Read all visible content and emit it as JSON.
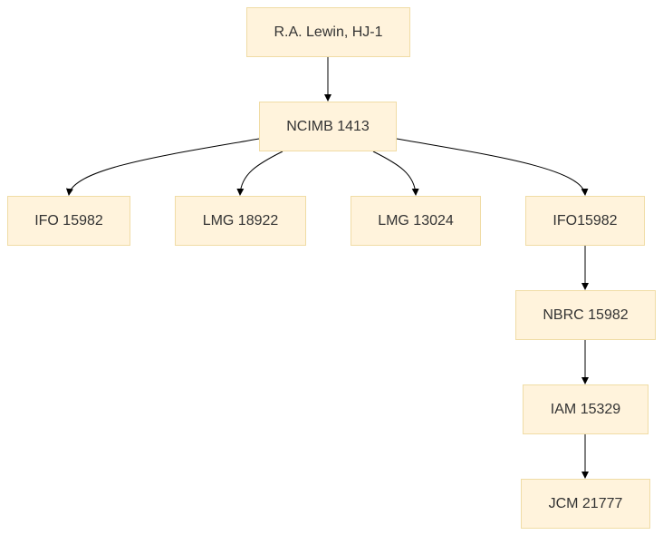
{
  "diagram": {
    "nodes": [
      {
        "id": "root",
        "label": "R.A. Lewin, HJ-1"
      },
      {
        "id": "ncimb",
        "label": "NCIMB 1413"
      },
      {
        "id": "ifo1",
        "label": "IFO 15982"
      },
      {
        "id": "lmg1",
        "label": "LMG 18922"
      },
      {
        "id": "lmg2",
        "label": "LMG 13024"
      },
      {
        "id": "ifo2",
        "label": "IFO15982"
      },
      {
        "id": "nbrc",
        "label": "NBRC 15982"
      },
      {
        "id": "iam",
        "label": "IAM 15329"
      },
      {
        "id": "jcm",
        "label": "JCM 21777"
      }
    ],
    "edges": [
      {
        "from": "root",
        "to": "ncimb"
      },
      {
        "from": "ncimb",
        "to": "ifo1"
      },
      {
        "from": "ncimb",
        "to": "lmg1"
      },
      {
        "from": "ncimb",
        "to": "lmg2"
      },
      {
        "from": "ncimb",
        "to": "ifo2"
      },
      {
        "from": "ifo2",
        "to": "nbrc"
      },
      {
        "from": "nbrc",
        "to": "iam"
      },
      {
        "from": "iam",
        "to": "jcm"
      }
    ],
    "colors": {
      "node_fill": "#fff3dc",
      "node_border": "#f0dca5",
      "edge": "#000000"
    }
  }
}
